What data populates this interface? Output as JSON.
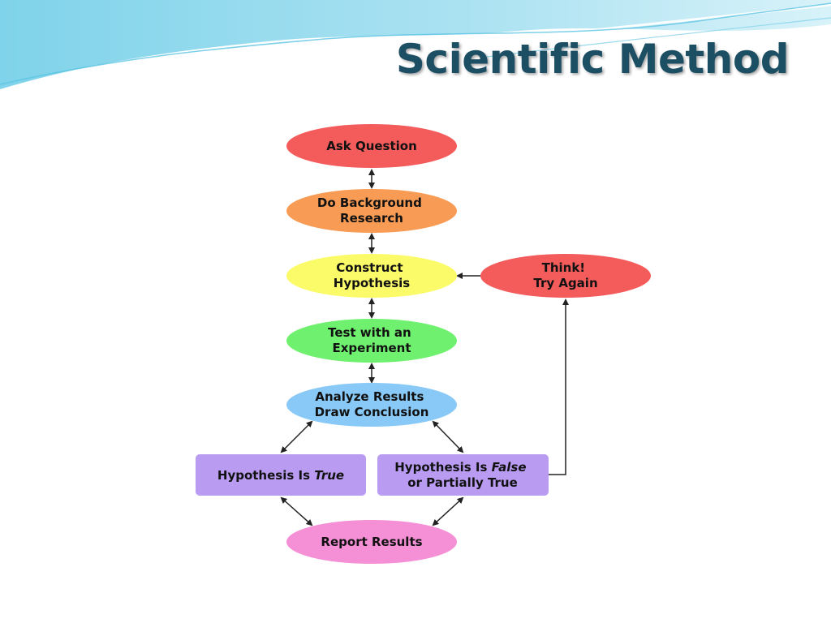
{
  "slide": {
    "title": "Scientific Method"
  },
  "diagram": {
    "nodes": {
      "ask_question": {
        "lines": [
          "Ask Question"
        ],
        "color": "#f45b5b"
      },
      "background_research": {
        "lines": [
          "Do Background",
          "Research"
        ],
        "color": "#f79b55"
      },
      "construct_hypothesis": {
        "lines": [
          "Construct",
          "Hypothesis"
        ],
        "color": "#fbfb6a"
      },
      "test_experiment": {
        "lines": [
          "Test with an",
          "Experiment"
        ],
        "color": "#6ff16f"
      },
      "analyze_results": {
        "lines": [
          "Analyze Results",
          "Draw Conclusion"
        ],
        "color": "#89c9f7"
      },
      "hypothesis_true": {
        "line": {
          "prefix": "Hypothesis Is ",
          "emphasis": "True"
        },
        "color": "#b99cf2"
      },
      "hypothesis_false": {
        "lines": [
          {
            "prefix": "Hypothesis Is ",
            "emphasis": "False"
          },
          "or Partially True"
        ],
        "color": "#b99cf2"
      },
      "think_try_again": {
        "lines": [
          "Think!",
          "Try Again"
        ],
        "color": "#f45b5b"
      },
      "report_results": {
        "lines": [
          "Report Results"
        ],
        "color": "#f58fd6"
      }
    },
    "colors": {
      "arrow": "#222222",
      "title": "#1c4f63",
      "wave_light": "#bfe8f3",
      "wave_mid": "#8ed6ec",
      "wave_dark": "#5cc4e3"
    }
  }
}
